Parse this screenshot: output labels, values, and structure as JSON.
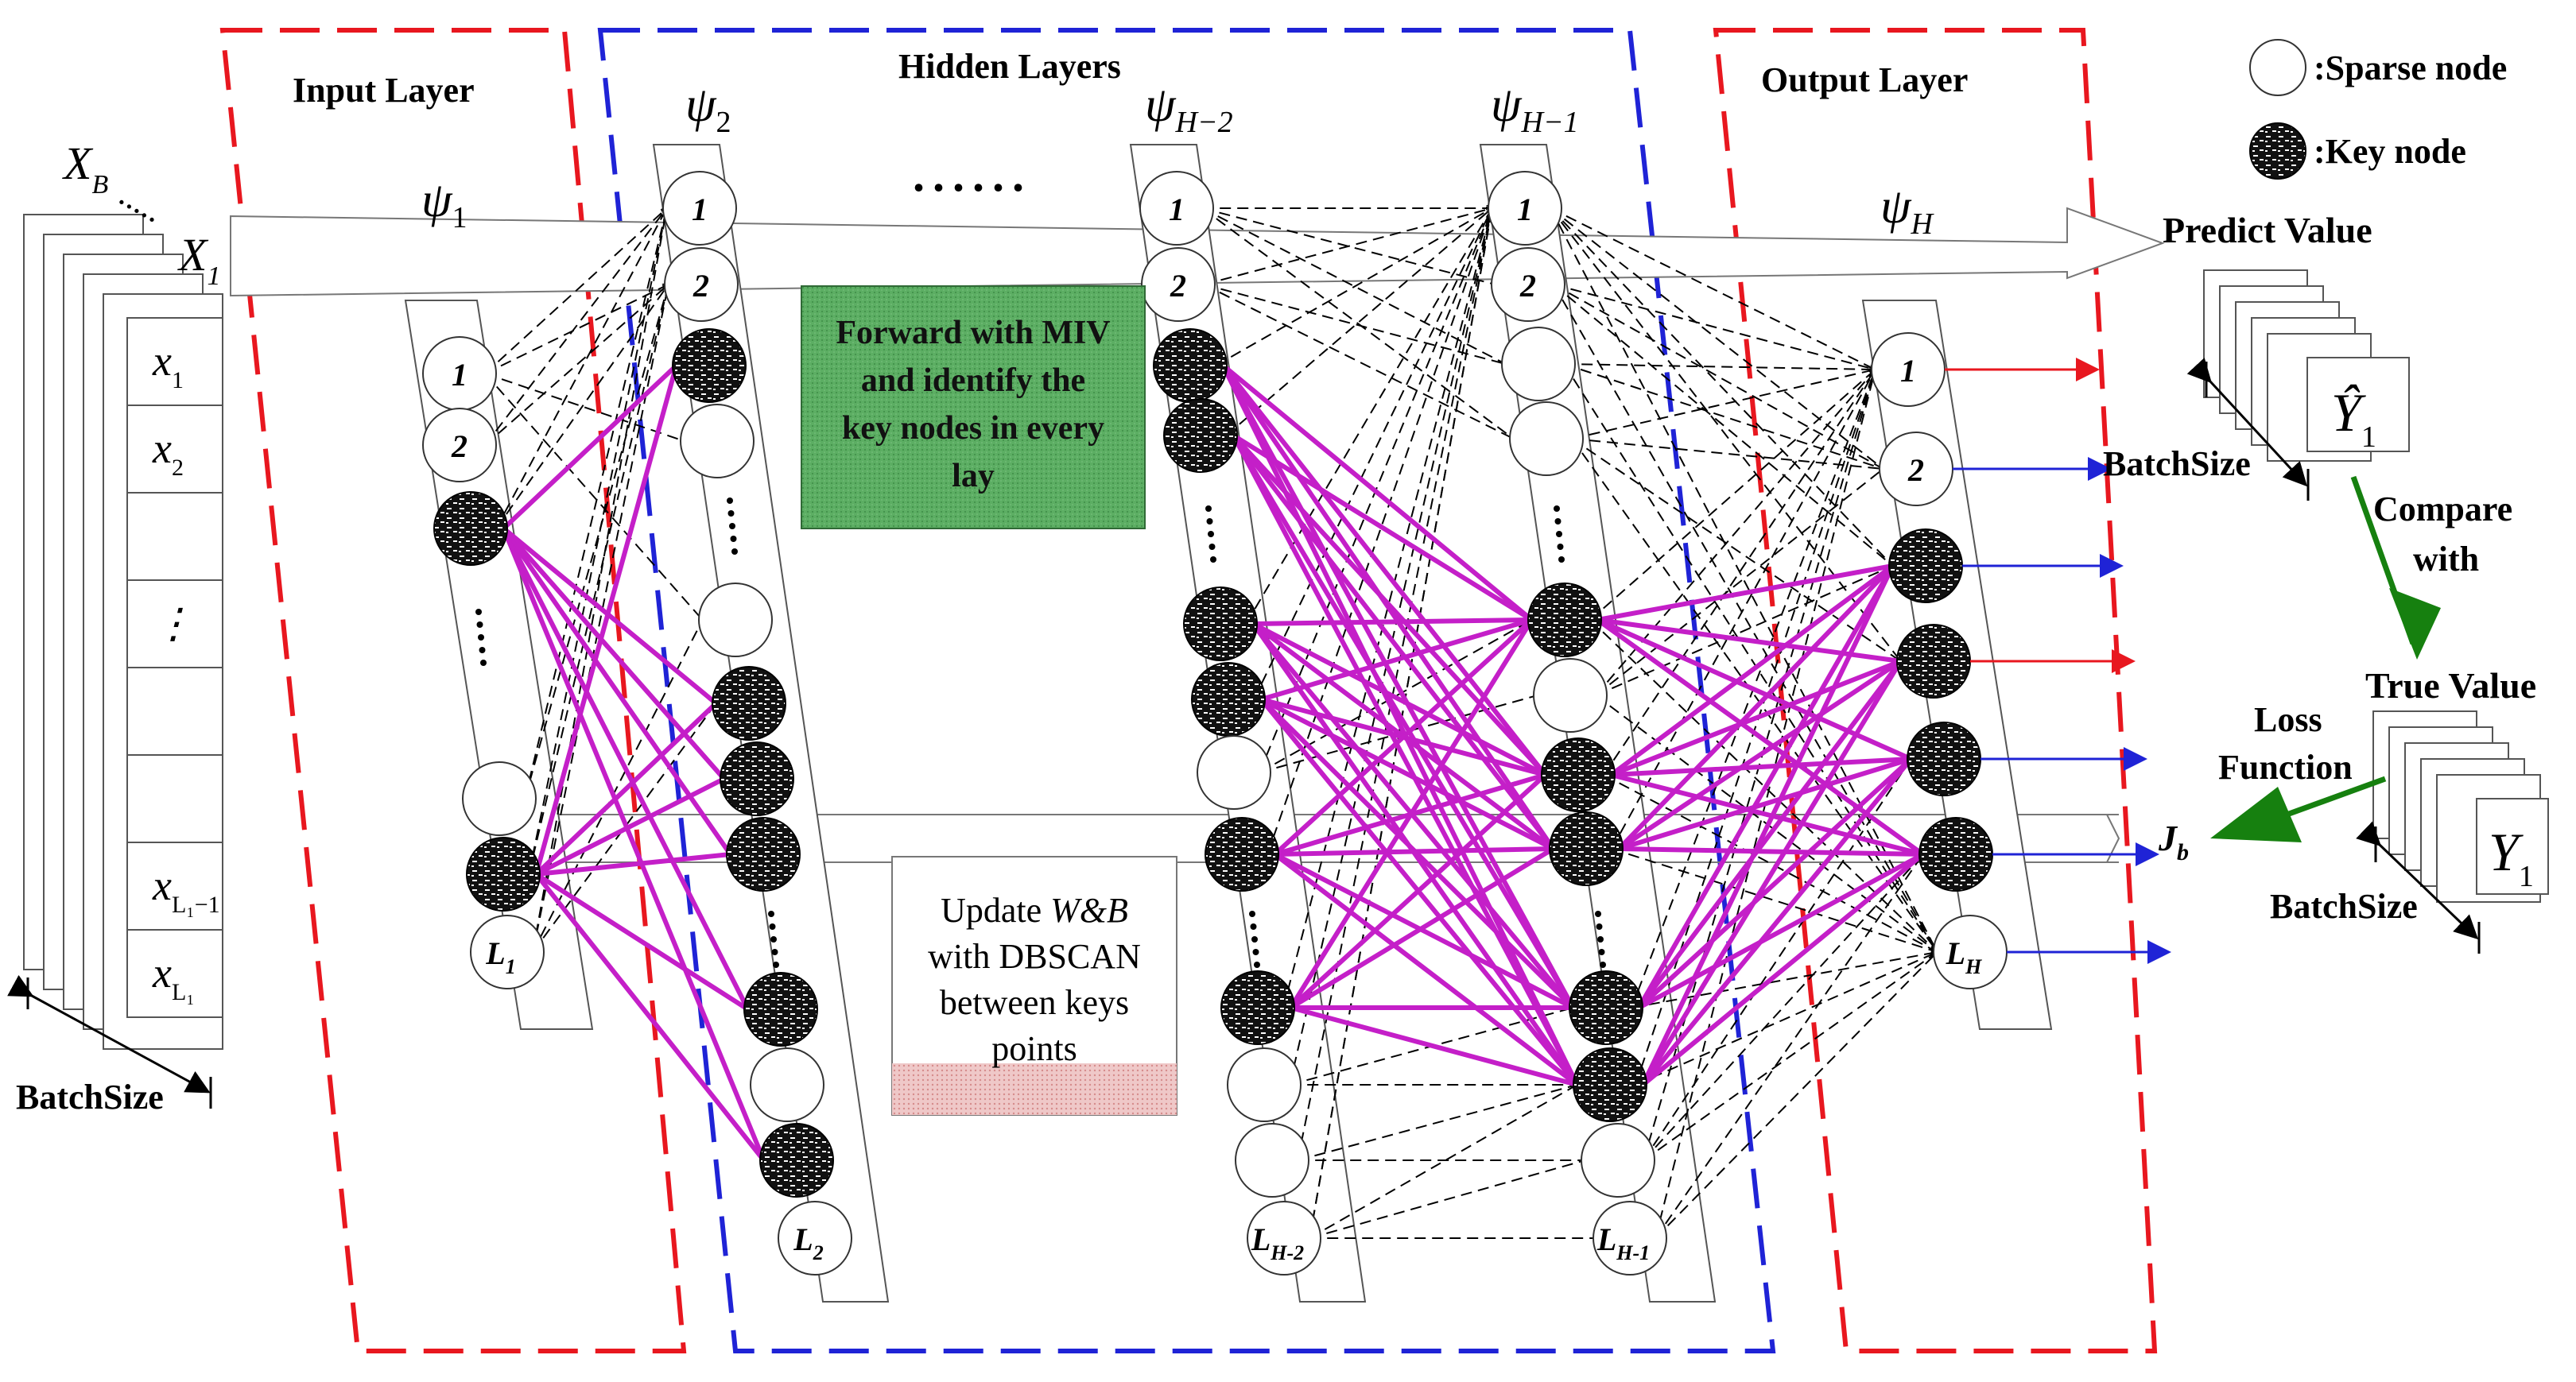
{
  "layers": {
    "input_title": "Input Layer",
    "hidden_title": "Hidden Layers",
    "output_title": "Output Layer"
  },
  "legend": {
    "sparse_label": ":Sparse node",
    "key_label": ":Key node"
  },
  "psi": {
    "base": "ψ",
    "sub1": "1",
    "sub2": "2",
    "subH2": "H−2",
    "subH1": "H−1",
    "subH": "H"
  },
  "ellipsis_h": "......",
  "ellipsis_v": "......",
  "input_batch": {
    "xb_main": "X",
    "xb_sub": "B",
    "x1_main": "X",
    "x1_sub": "1",
    "cells": [
      {
        "main": "x",
        "sub": "1"
      },
      {
        "main": "x",
        "sub": "2"
      },
      {
        "main": "",
        "sub": ""
      },
      {
        "main": "⋮",
        "sub": ""
      },
      {
        "main": "",
        "sub": ""
      },
      {
        "main": "",
        "sub": ""
      },
      {
        "main": "x",
        "sub": "L₁−1"
      },
      {
        "main": "x",
        "sub": "L₁"
      }
    ],
    "batch_label": "BatchSize"
  },
  "node_labels": {
    "n1": "1",
    "n2": "2",
    "L1": "L",
    "L1_sub": "1",
    "L2": "L",
    "L2_sub": "2",
    "LH2": "L",
    "LH2_sub": "H-2",
    "LH1": "L",
    "LH1_sub": "H-1",
    "LH": "L",
    "LH_sub": "H"
  },
  "forward_box": {
    "lines": [
      "Forward with MIV",
      "and identify the",
      "key nodes in every",
      "lay"
    ],
    "color": "#5cae63"
  },
  "update_box": {
    "line1_pre": "Update ",
    "line1_ital": "W&B",
    "line2": "with DBSCAN",
    "line3": "between keys",
    "line4": "points"
  },
  "right_panel": {
    "predict_label": "Predict Value",
    "predict_symbol": "Ŷ",
    "predict_sub": "1",
    "batch_label_1": "BatchSize",
    "compare_line1": "Compare",
    "compare_line2": "with",
    "true_label": "True Value",
    "true_symbol": "Y",
    "true_sub": "1",
    "batch_label_2": "BatchSize",
    "loss_line1": "Loss",
    "loss_line2": "Function",
    "jb_main": "J",
    "jb_sub": "b"
  },
  "colors": {
    "input_border": "#e8171f",
    "hidden_border": "#1f23d6",
    "output_border": "#e8171f",
    "key_connection": "#c41fc8",
    "red_arrow": "#e8171f",
    "blue_arrow": "#1f23d6",
    "green_arrow": "#16800f",
    "update_box_fill": "#e8b4b4"
  }
}
